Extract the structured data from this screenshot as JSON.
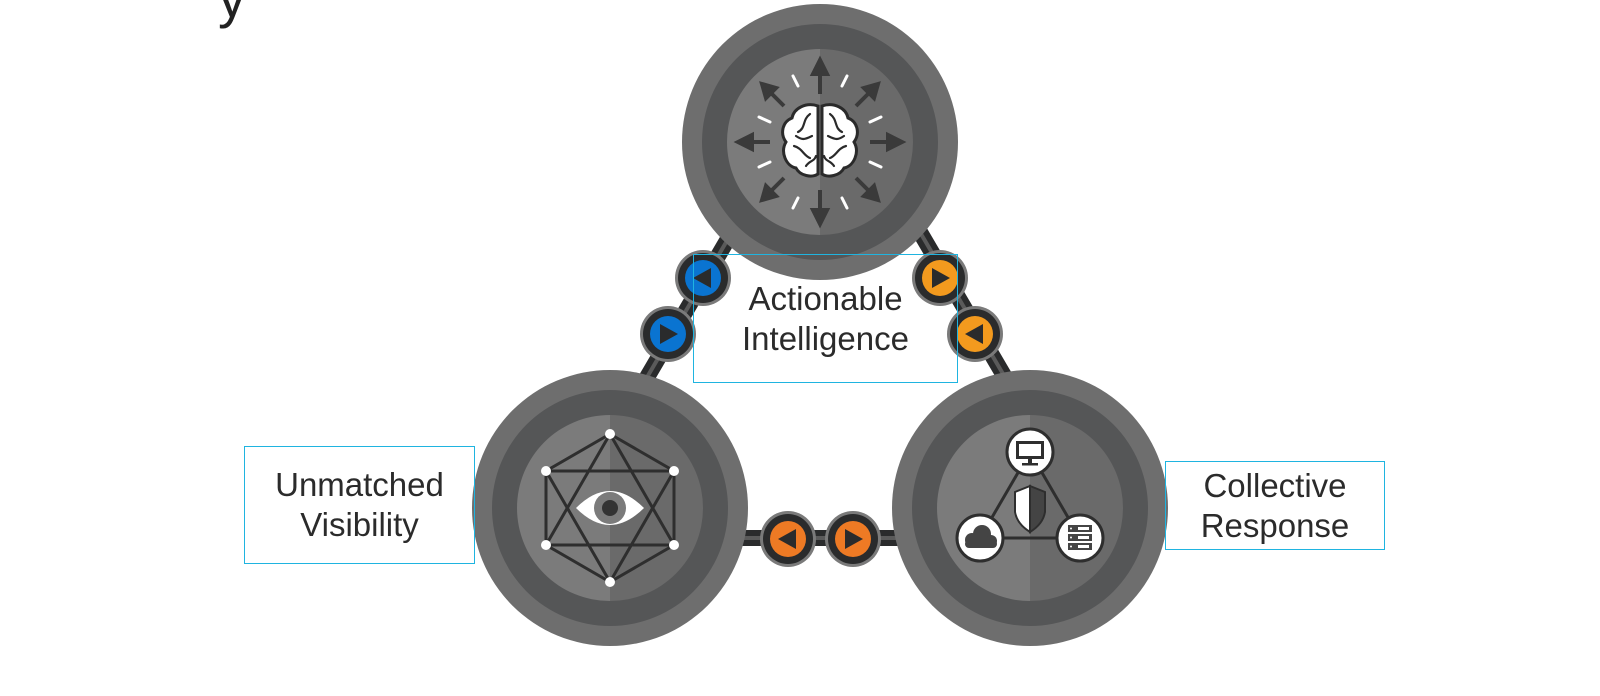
{
  "title_fragment": "y",
  "nodes": {
    "top": {
      "name": "Actionable Intelligence",
      "icon": "brain-radiating-arrows-icon",
      "label_lines": [
        "Actionable",
        "Intelligence"
      ]
    },
    "left": {
      "name": "Unmatched Visibility",
      "icon": "eye-network-icon",
      "label_lines": [
        "Unmatched",
        "Visibility"
      ]
    },
    "right": {
      "name": "Collective Response",
      "icon": "shield-network-icon",
      "label_lines": [
        "Collective",
        "Response"
      ],
      "sub_icons": [
        "monitor-icon",
        "cloud-icon",
        "server-icon",
        "shield-icon"
      ]
    }
  },
  "connectors": [
    {
      "edge": "top-left",
      "color": "#0a74d1",
      "arrows": [
        "left",
        "right"
      ]
    },
    {
      "edge": "top-right",
      "color": "#f39a1e",
      "arrows": [
        "right",
        "left"
      ]
    },
    {
      "edge": "left-right",
      "color": "#ee7a24",
      "arrows": [
        "left",
        "right"
      ]
    }
  ],
  "colors": {
    "ring_outer": "#6e6e6e",
    "ring_mid": "#555657",
    "ring_inner_light": "#7b7b7b",
    "ring_inner_dark": "#6a6a6a",
    "label_border": "#1fb4e0",
    "blue": "#0a74d1",
    "yellow_orange": "#f39a1e",
    "orange": "#ee7a24",
    "dark": "#2a2b2c"
  }
}
